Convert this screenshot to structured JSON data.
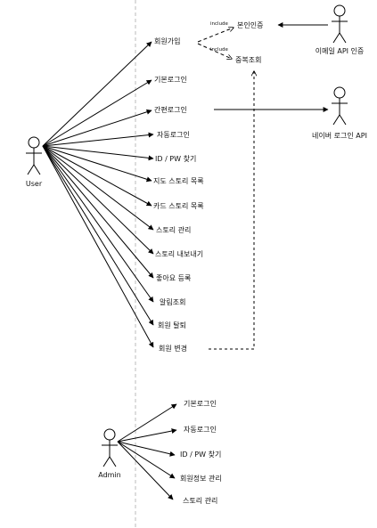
{
  "actors": {
    "user": "User",
    "admin": "Admin",
    "email_api": "이메일 API 인증",
    "naver_api": "네이버 로그인 API"
  },
  "include_label": "include",
  "user_use_cases": [
    "회원가입",
    "기본로그인",
    "간편로그인",
    "자동로그인",
    "ID / PW 찾기",
    "지도 스토리 목록",
    "카드 스토리 목록",
    "스토리 관리",
    "스토리 내보내기",
    "좋아요 등록",
    "알림조회",
    "회원 탈퇴",
    "회원 변경"
  ],
  "included_use_cases": {
    "identity_verification": "본인인증",
    "duplicate_check": "중복조회"
  },
  "admin_use_cases": [
    "기본로그인",
    "자동로그인",
    "ID / PW 찾기",
    "회원정보 관리",
    "스토리 관리"
  ]
}
